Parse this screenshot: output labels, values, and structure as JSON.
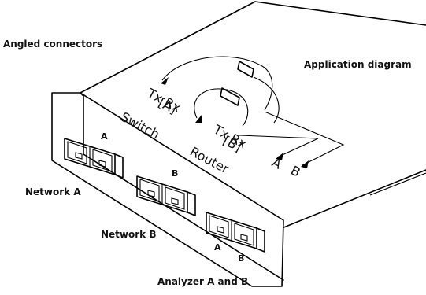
{
  "callouts": {
    "angled_connectors": "Angled connectors",
    "application_diagram": "Application diagram",
    "network_a": "Network A",
    "network_b": "Network B",
    "analyzer": "Analyzer A and B"
  },
  "card_labels": {
    "tx_rx_switch": "Tx Rx",
    "switch_bracket": "[A]",
    "switch": "Switch",
    "tx_rx_router": "Tx Rx",
    "router_bracket": "[B]",
    "router": "Router",
    "out_a": "A",
    "out_b": "B"
  },
  "ports": {
    "network_a": "A",
    "network_b": "B",
    "analyzer_a": "A",
    "analyzer_b": "B"
  }
}
